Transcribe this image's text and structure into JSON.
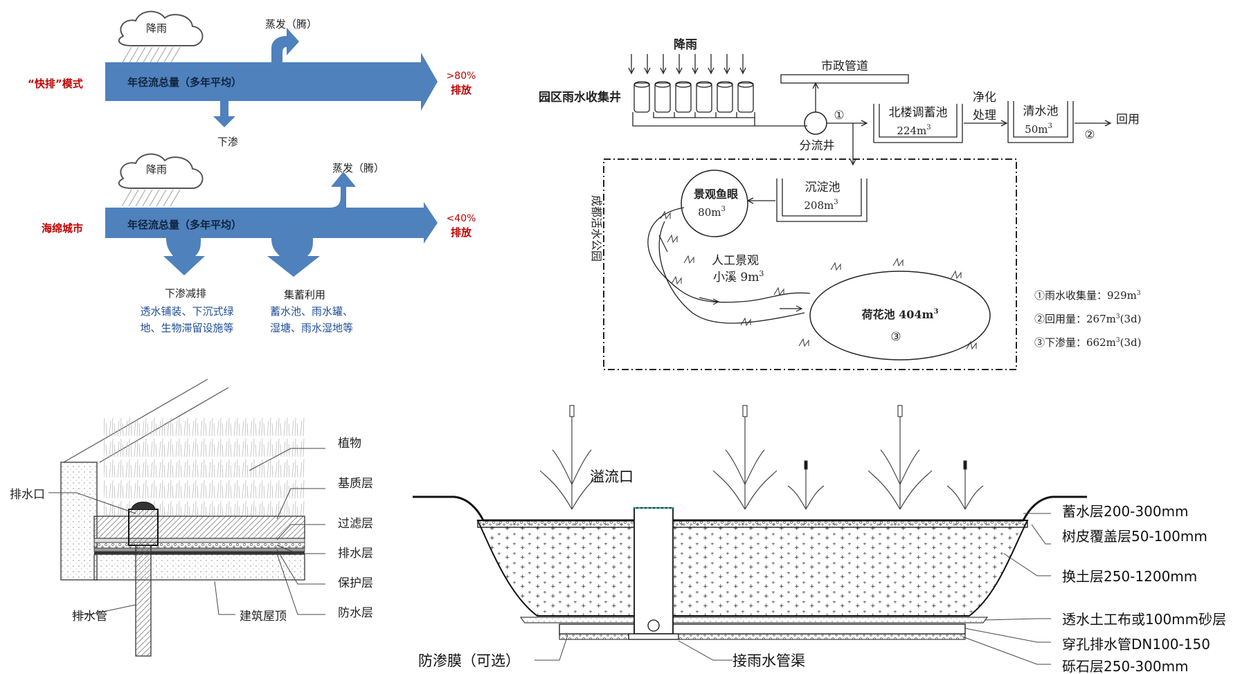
{
  "panel_a": {
    "top": {
      "rain": "降雨",
      "evaporation": "蒸发（腾）",
      "mode_label": "“快排”模式",
      "runoff": "年径流总量（多年平均）",
      "pct": ">80%",
      "discharge": "排放",
      "infiltration": "下渗"
    },
    "bottom": {
      "rain": "降雨",
      "evaporation": "蒸发（腾）",
      "mode_label": "海绵城市",
      "runoff": "年径流总量（多年平均）",
      "pct": "<40%",
      "discharge": "排放",
      "infiltration_title": "下渗减排",
      "infiltration_desc_1": "透水铺装、下沉式绿",
      "infiltration_desc_2": "地、生物滞留设施等",
      "storage_title": "集蓄利用",
      "storage_desc_1": "蓄水池、雨水罐、",
      "storage_desc_2": "湿塘、雨水湿地等"
    },
    "colors": {
      "arrow": "#4f81bd",
      "label_red": "#c00000",
      "desc_blue": "#1f4e99"
    }
  },
  "panel_b": {
    "rain": "降雨",
    "collect_well": "园区雨水收集井",
    "municipal": "市政管道",
    "diversion_well": "分流井",
    "circle_1": "①",
    "north_pool": "北楼调蓄池",
    "north_vol": "224m",
    "purify_1": "净化",
    "purify_2": "处理",
    "clear_pool": "清水池",
    "clear_vol": "50m",
    "circle_2": "②",
    "reuse": "回用",
    "settling": "沉淀池",
    "settling_vol": "208m",
    "fish_eye": "景观鱼眼",
    "fish_vol": "80m",
    "park": "成都活水公园",
    "stream_1": "人工景观",
    "stream_2": "小溪 9m",
    "lotus": "荷花池 404m",
    "circle_3": "③",
    "sup": "3",
    "stat_1": "①雨水收集量：929m",
    "stat_2": "②回用量：267m",
    "stat_2_tail": "(3d)",
    "stat_3": "③下渗量：662m",
    "stat_3_tail": "(3d)"
  },
  "panel_c": {
    "drain_outlet": "排水口",
    "drain_pipe": "排水管",
    "roof": "建筑屋顶",
    "layers": [
      "植物",
      "基质层",
      "过滤层",
      "排水层",
      "保护层",
      "防水层"
    ]
  },
  "panel_d": {
    "overflow": "溢流口",
    "membrane": "防渗膜（可选）",
    "channel": "接雨水管渠",
    "layers": [
      "蓄水层200-300mm",
      "树皮覆盖层50-100mm",
      "换土层250-1200mm",
      "透水土工布或100mm砂层",
      "穿孔排水管DN100-150",
      "砾石层250-300mm"
    ]
  }
}
